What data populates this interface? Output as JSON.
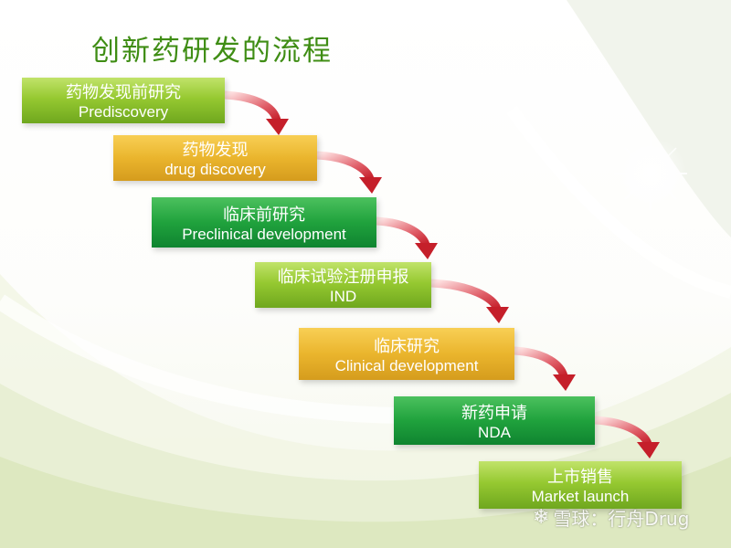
{
  "title": "创新药研发的流程",
  "steps": [
    {
      "zh": "药物发现前研究",
      "en": "Prediscovery",
      "color": "#8cc63f"
    },
    {
      "zh": "药物发现",
      "en": "drug discovery",
      "color": "#e8b32a"
    },
    {
      "zh": "临床前研究",
      "en": "Preclinical development",
      "color": "#1f9f3b"
    },
    {
      "zh": "临床试验注册申报",
      "en": "IND",
      "color": "#8cc63f"
    },
    {
      "zh": "临床研究",
      "en": "Clinical development",
      "color": "#e8b32a"
    },
    {
      "zh": "新药申请",
      "en": "NDA",
      "color": "#1f9f3b"
    },
    {
      "zh": "上市销售",
      "en": "Market launch",
      "color": "#8cc63f"
    }
  ],
  "arrow_color": "#c9202b",
  "watermark": {
    "icon": "snowball-logo-icon",
    "text": "雪球：行舟Drug",
    "overlay_text": "CRO制药在线"
  }
}
